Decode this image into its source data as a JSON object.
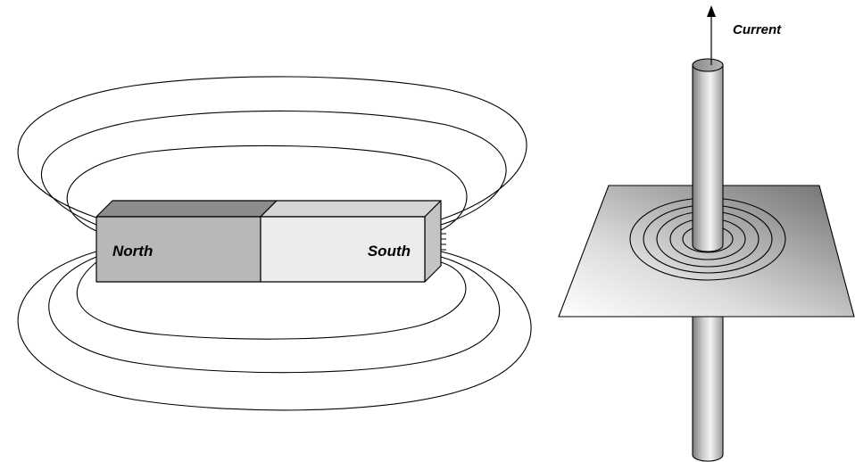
{
  "bar_magnet": {
    "north_label": "North",
    "south_label": "South",
    "colors": {
      "north_front": "#b8b8b8",
      "north_top": "#8c8c8c",
      "south_front": "#ececec",
      "south_top": "#d6d6d6",
      "field_line": "#000000"
    }
  },
  "wire": {
    "current_label": "Current",
    "colors": {
      "plane_dark": "#6e6e6e",
      "plane_light": "#ffffff",
      "wire_dark": "#7d7d7d",
      "wire_light": "#f2f2f2",
      "field_line": "#000000"
    }
  }
}
